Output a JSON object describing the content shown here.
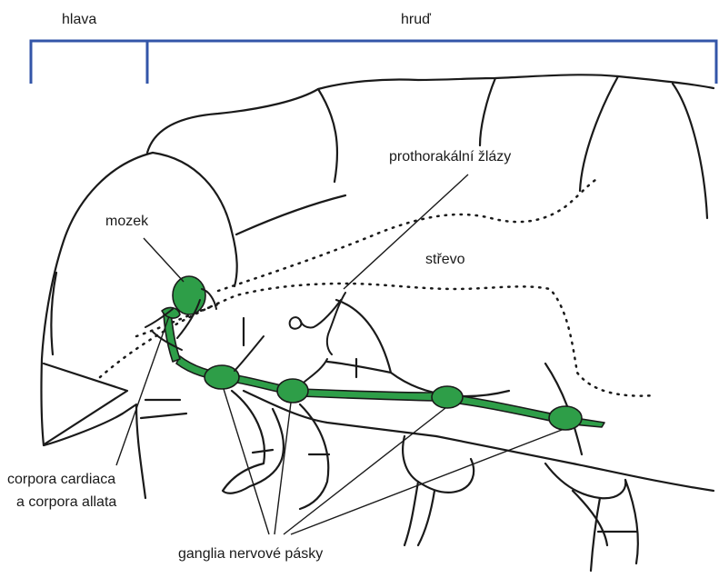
{
  "labels": {
    "head": "hlava",
    "thorax": "hruď",
    "brain": "mozek",
    "prothoracic_glands": "prothorakální žlázy",
    "gut": "střevo",
    "corpora_line1": "corpora cardiaca",
    "corpora_line2": "a corpora allata",
    "ganglia": "ganglia nervové pásky"
  },
  "colors": {
    "bracket": "#3355a8",
    "outline": "#1a1a1a",
    "nervous_system": "#2e9e48"
  }
}
